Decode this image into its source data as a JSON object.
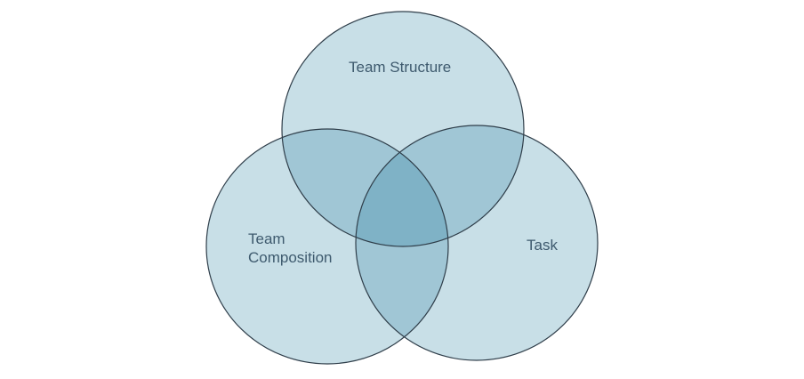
{
  "diagram": {
    "type": "venn-3",
    "colors": {
      "circle_fill": "#c8dfe7",
      "circle_stroke": "#2f3e4a",
      "pair_overlap_fill": "#a0c6d5",
      "center_overlap_fill": "#7fb2c6",
      "label_color": "#3e5a6e"
    },
    "sets": [
      {
        "id": "structure",
        "label": "Team Structure"
      },
      {
        "id": "composition",
        "label_lines": [
          "Team",
          "Composition"
        ]
      },
      {
        "id": "task",
        "label": "Task"
      }
    ]
  }
}
